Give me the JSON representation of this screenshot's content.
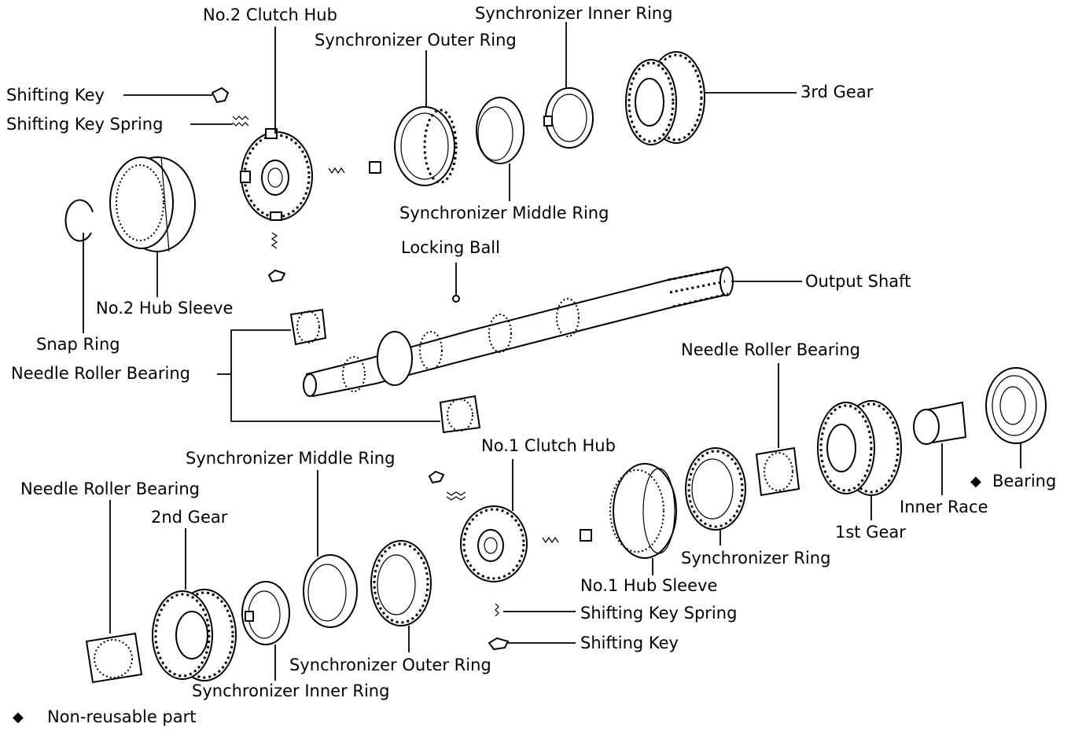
{
  "labels": {
    "no2_clutch_hub": "No.2 Clutch Hub",
    "synchronizer_inner_ring_top": "Synchronizer Inner Ring",
    "synchronizer_outer_ring_top": "Synchronizer Outer Ring",
    "shifting_key_top": "Shifting Key",
    "shifting_key_spring_top": "Shifting Key Spring",
    "third_gear": "3rd Gear",
    "synchronizer_middle_ring_top": "Synchronizer Middle Ring",
    "locking_ball": "Locking Ball",
    "output_shaft": "Output Shaft",
    "no2_hub_sleeve": "No.2 Hub Sleeve",
    "snap_ring": "Snap Ring",
    "needle_roller_bearing_left": "Needle Roller Bearing",
    "needle_roller_bearing_right": "Needle Roller Bearing",
    "synchronizer_middle_ring_bottom": "Synchronizer Middle Ring",
    "no1_clutch_hub": "No.1 Clutch Hub",
    "needle_roller_bearing_bottom": "Needle Roller Bearing",
    "second_gear": "2nd Gear",
    "bearing": "Bearing",
    "inner_race": "Inner Race",
    "first_gear": "1st Gear",
    "synchronizer_ring": "Synchronizer Ring",
    "no1_hub_sleeve": "No.1 Hub Sleeve",
    "shifting_key_spring_bottom": "Shifting Key Spring",
    "shifting_key_bottom": "Shifting Key",
    "synchronizer_outer_ring_bottom": "Synchronizer Outer Ring",
    "synchronizer_inner_ring_bottom": "Synchronizer Inner Ring",
    "non_reusable_part": "Non-reusable part"
  },
  "legend": {
    "marker_symbol": "◆",
    "marker_meaning": "Non-reusable part"
  },
  "colors": {
    "line": "#000000",
    "background": "#ffffff"
  }
}
